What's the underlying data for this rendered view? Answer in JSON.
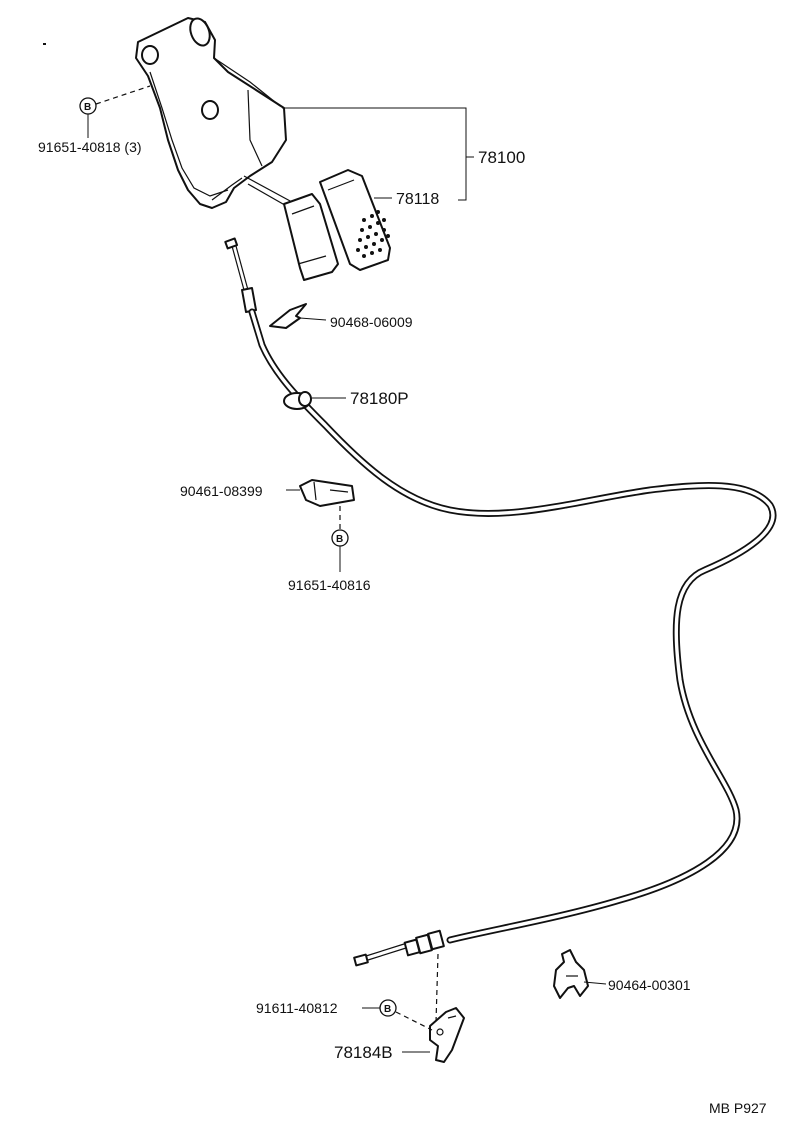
{
  "labels": {
    "p91651_40818": "91651-40818 (3)",
    "p78100": "78100",
    "p78118": "78118",
    "p90468_06009": "90468-06009",
    "p78180P": "78180P",
    "p90461_08399": "90461-08399",
    "p91651_40816": "91651-40816",
    "p91611_40812": "91611-40812",
    "p90464_00301": "90464-00301",
    "p78184B": "78184B",
    "corner_code": "MB P927"
  },
  "bolt_symbol": "B"
}
